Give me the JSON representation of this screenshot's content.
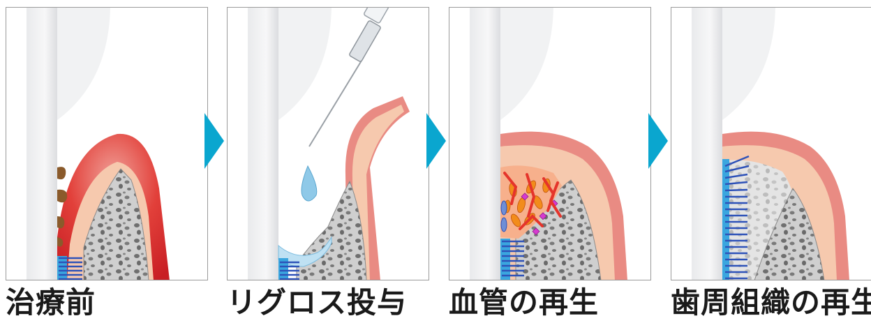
{
  "steps": [
    {
      "caption": "治療前"
    },
    {
      "caption": "リグロス投与"
    },
    {
      "caption": "血管の再生"
    },
    {
      "caption": "歯周組織の再生"
    }
  ],
  "colors": {
    "arrow": "#0aa6cf",
    "gum_inflamed": "#d9252a",
    "gum_healthy": "#e98b83",
    "gum_inner": "#f9d3bd",
    "bone": "#c9c9c9",
    "ligament_fiber": "#2e52b8",
    "cementum": "#3aa6df",
    "drug_drop": "#8fc9e8",
    "blood_vessel": "#e5342b",
    "cell": "#f28c1b"
  }
}
